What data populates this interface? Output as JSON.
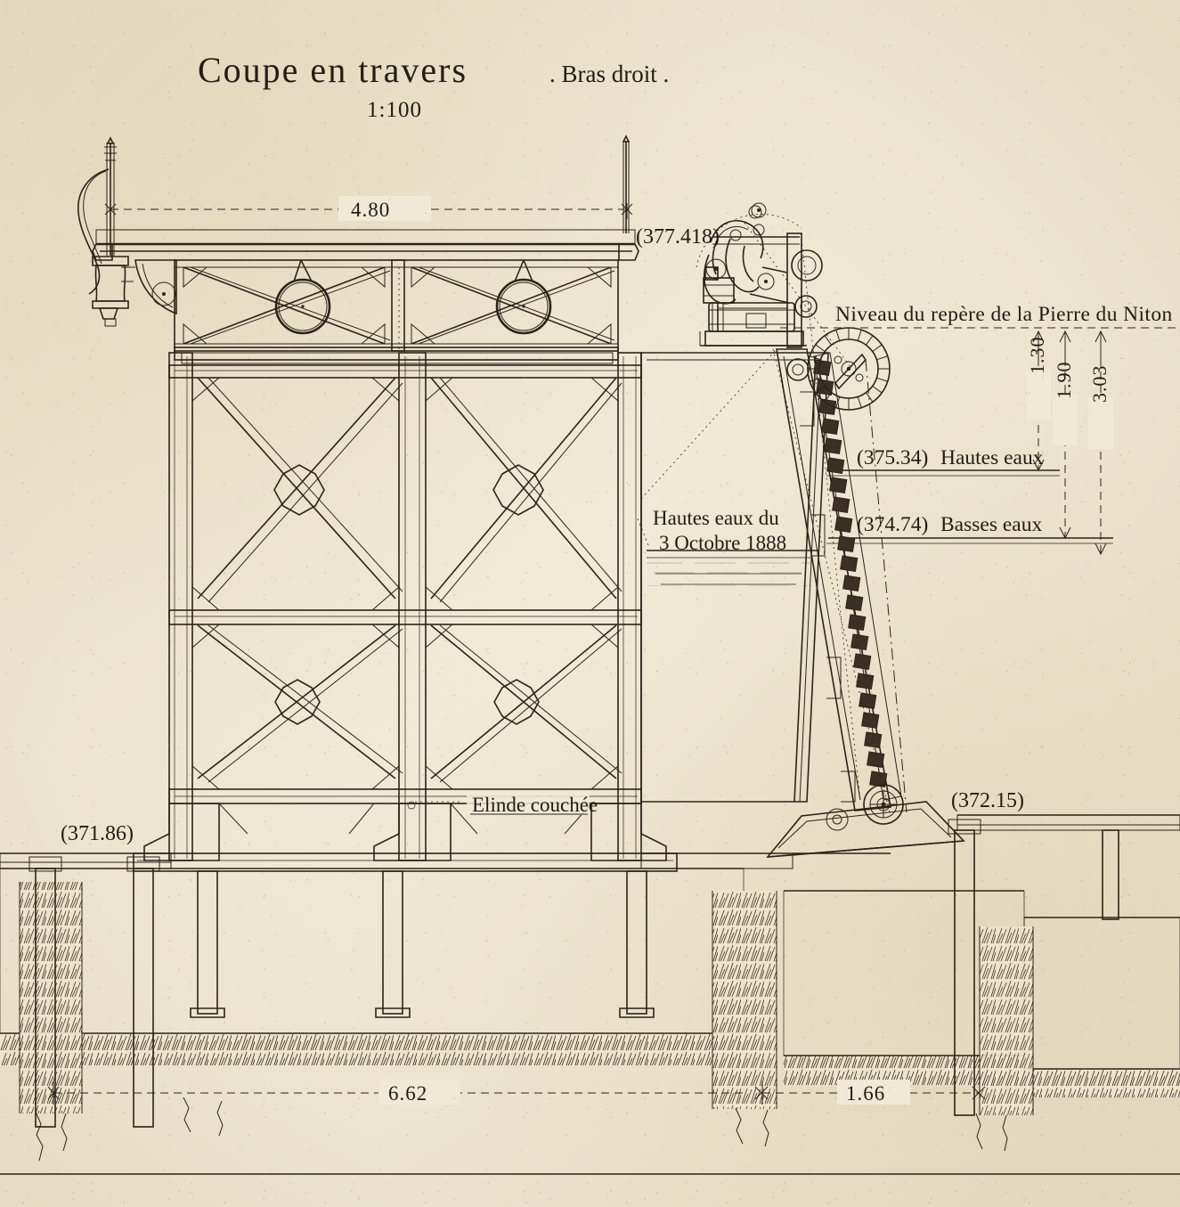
{
  "drawing": {
    "title": "Coupe en travers",
    "title_suffix": ". Bras droit .",
    "scale": "1:100"
  },
  "dimensions": {
    "deck_width": "4.80",
    "base_width": "6.62",
    "right_base_width": "1.66",
    "vertical_a": "1.30",
    "vertical_b": "1.90",
    "vertical_c": "3.03"
  },
  "elevations": {
    "deck_level": "(377.418)",
    "high_water": "(375.34)",
    "low_water": "(374.74)",
    "left_ground": "(371.86)",
    "right_ground": "(372.15)"
  },
  "annotations": {
    "datum_level": "Niveau du repère de la Pierre du Niton",
    "high_water_label": "Hautes eaux",
    "low_water_label": "Basses eaux",
    "flood_line_1": "Hautes eaux du",
    "flood_line_2": "3 Octobre 1888",
    "ladder_label": "Elinde couchée"
  }
}
